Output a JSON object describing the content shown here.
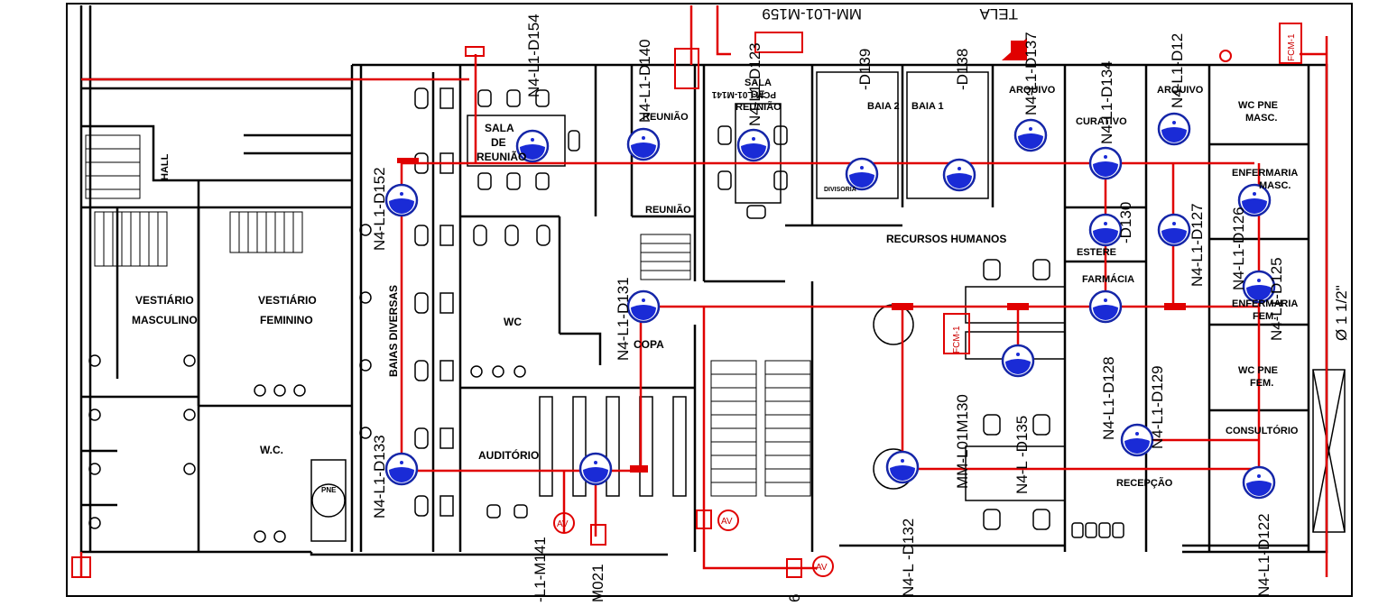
{
  "rooms": {
    "vestiario_masc_1": "VESTIÁRIO",
    "vestiario_masc_2": "MASCULINO",
    "vestiario_fem_1": "VESTIÁRIO",
    "vestiario_fem_2": "FEMININO",
    "wc_main": "W.C.",
    "hall": "HALL",
    "pne": "PNE",
    "baias_diversas": "BAIAS DIVERSAS",
    "sala_reuniao_1": "SALA",
    "sala_reuniao_2": "DE",
    "sala_reuniao_3": "REUNIÃO",
    "reuniao_a": "REUNIÃO",
    "reuniao_b": "REUNIÃO",
    "sala_reuniao_b1": "SALA",
    "sala_reuniao_b2": "DE",
    "sala_reuniao_b3": "REUNIÃO",
    "wc_mid": "WC",
    "copa": "COPA",
    "auditorio": "AUDITÓRIO",
    "baia2": "BAIA 2",
    "baia1": "BAIA 1",
    "divisoria": "DIVISORIA",
    "recursos_humanos": "RECURSOS HUMANOS",
    "arquivo_1": "ARQUIVO",
    "arquivo_2": "ARQUIVO",
    "curativo": "CURATIVO",
    "esterel": "ESTERE",
    "farmacia": "FARMÁCIA",
    "enfermaria_masc_1": "ENFERMARIA",
    "enfermaria_masc_2": "MASC.",
    "enfermaria_fem_1": "ENFERMARIA",
    "enfermaria_fem_2": "FEM.",
    "wc_pne_masc_1": "WC PNE",
    "wc_pne_masc_2": "MASC.",
    "wc_pne_fem_1": "WC PNE",
    "wc_pne_fem_2": "FEM.",
    "consultorio": "CONSULTÓRIO",
    "recepcao": "RECEPÇÃO"
  },
  "tags": {
    "d154": "N4-L1-D154",
    "d140": "N4-L1-D140",
    "d123": "N4-L1-D123",
    "d139": "-D139",
    "d138": "-D138",
    "d137": "N4-L1-D137",
    "d134": "N4-L1-D134",
    "d12x": "N4-L1-D12",
    "d152": "N4-L1-D152",
    "d131": "N4-L1-D131",
    "d133": "N4-L1-D133",
    "d130": "-D130",
    "d127": "N4-L1-D127",
    "d126": "N4-L1-D126",
    "d125": "N4-L1-D125",
    "d135": "N4-L -D135",
    "d132": "N4-L -D132",
    "d129": "N4-L1-D129",
    "d128": "N4-L1-D128",
    "d122": "N4-L1-D122",
    "m130": "MM-L01M130",
    "m159": "MM-L01-M159",
    "m141": "-L1-M141",
    "m021": "M021",
    "tela": "TELA",
    "fcm1": "FCM-1",
    "ploff": "PCM-L01-M141",
    "tag6": "6",
    "diam": "Ø 1 1/2\"",
    "av": "AV"
  },
  "colors": {
    "pipe": "#e00000",
    "sprinkler_fill": "#1a2bd6",
    "sprinkler_ring": "#1526a8",
    "wall": "#000000"
  }
}
